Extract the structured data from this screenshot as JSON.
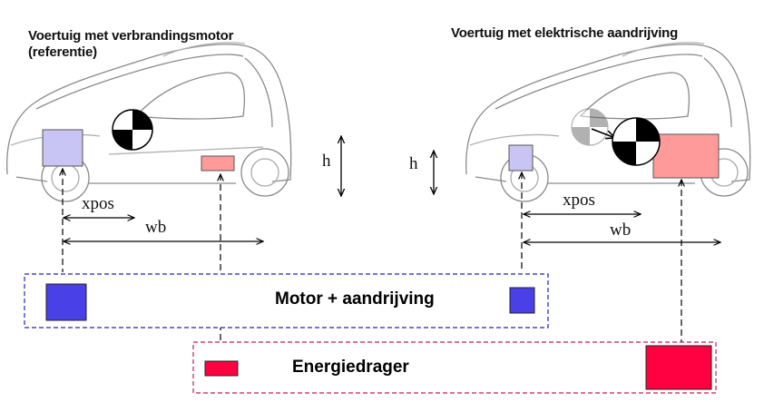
{
  "left_car": {
    "title_line1": "Voertuig met verbrandingsmotor",
    "title_line2": "(referentie)",
    "label_h": "h",
    "label_xpos": "xpos",
    "label_wb": "wb"
  },
  "right_car": {
    "title": "Voertuig met elektrische aandrijving",
    "label_h": "h",
    "label_xpos": "xpos",
    "label_wb": "wb"
  },
  "legend": {
    "motor_label": "Motor + aandrijving",
    "energy_label": "Energiedrager"
  },
  "colors": {
    "motor_fill": "#4a40e8",
    "motor_light_fill": "#c8c4f4",
    "energy_fill": "#ff0040",
    "energy_light_fill": "#ff9a9a",
    "motor_box_border": "#2020c0",
    "energy_box_border": "#c0205a"
  }
}
